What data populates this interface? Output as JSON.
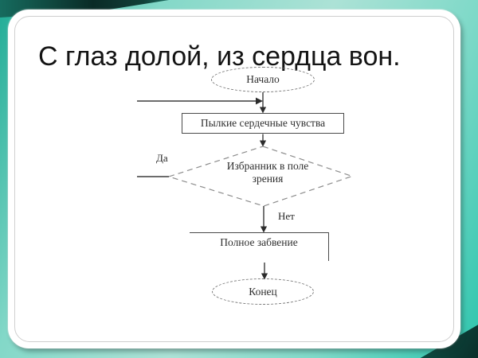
{
  "slide": {
    "title": "С глаз долой, из сердца вон."
  },
  "flowchart": {
    "start": "Начало",
    "process1": "Пылкие сердечные чувства",
    "decision": "Избранник в поле зрения",
    "yes_label": "Да",
    "no_label": "Нет",
    "process2": "Полное забвение",
    "end": "Конец"
  },
  "theme": {
    "background_teal": "#2dc5ad",
    "background_mint": "#ace2d6",
    "corner_dark": "#0a2b26",
    "card_background": "#ffffff",
    "connector_color": "#3c3c3c",
    "dashed_border_color": "#777777",
    "diagram_text_color": "#2f2f2f",
    "title_color": "#141414"
  }
}
